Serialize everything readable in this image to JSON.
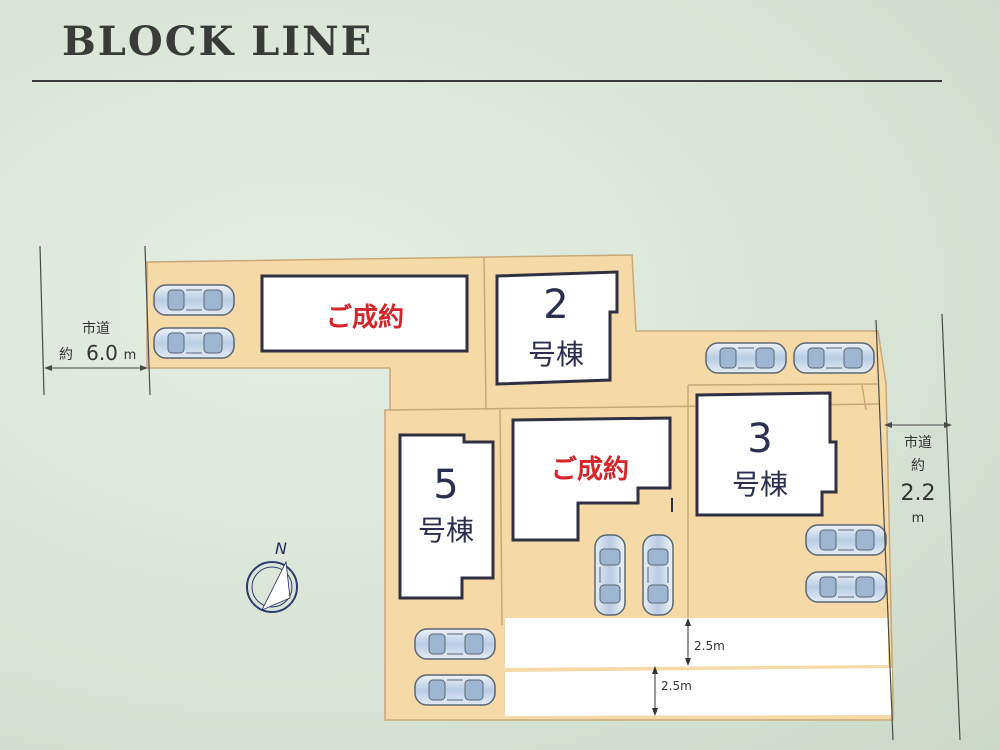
{
  "header": {
    "title": "BLOCK LINE"
  },
  "roads": {
    "left": {
      "line1": "市道",
      "line2": "約",
      "value": "6.0",
      "unit": "m"
    },
    "right": {
      "line1": "市道",
      "line2": "約",
      "value": "2.2",
      "unit": "m"
    }
  },
  "driveways": [
    {
      "label": "2.5m"
    },
    {
      "label": "2.5m"
    }
  ],
  "lots": {
    "lot1": {
      "status": "ご成約"
    },
    "lot2": {
      "number": "2",
      "suffix": "号棟"
    },
    "lot3": {
      "number": "3",
      "suffix": "号棟"
    },
    "lot4": {
      "status": "ご成約"
    },
    "lot5": {
      "number": "5",
      "suffix": "号棟"
    }
  },
  "compass": {
    "label": "N"
  },
  "colors": {
    "lot": "#f5d9a6",
    "lot_border": "#c9a878",
    "sold": "#d3252a",
    "number": "#2a2f4f",
    "road": "#ffffff",
    "car": "#c9d8ea"
  }
}
